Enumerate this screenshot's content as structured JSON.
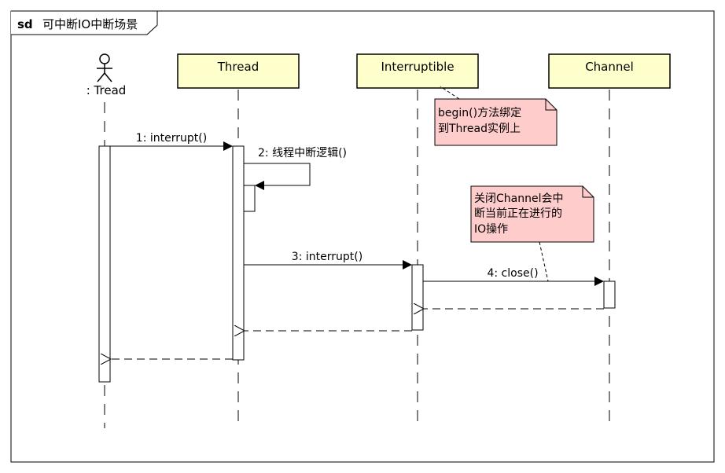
{
  "frame": {
    "keyword": "sd",
    "title": "可中断IO中断场景"
  },
  "actor": {
    "label": ": Tread"
  },
  "lifelines": [
    {
      "id": "thread",
      "label": "Thread"
    },
    {
      "id": "interruptible",
      "label": "Interruptible"
    },
    {
      "id": "channel",
      "label": "Channel"
    }
  ],
  "messages": [
    {
      "label": "1: interrupt()"
    },
    {
      "label": "2: 线程中断逻辑()"
    },
    {
      "label": "3: interrupt()"
    },
    {
      "label": "4: close()"
    }
  ],
  "notes": [
    {
      "lines": [
        "begin()方法绑定",
        "到Thread实例上"
      ]
    },
    {
      "lines": [
        "关闭Channel会中",
        "断当前正在进行的",
        "IO操作"
      ]
    }
  ],
  "colors": {
    "lifeline_head_fill": "#ffffcc",
    "note_fill": "#ffcccc",
    "line": "#000000",
    "background": "#ffffff"
  }
}
